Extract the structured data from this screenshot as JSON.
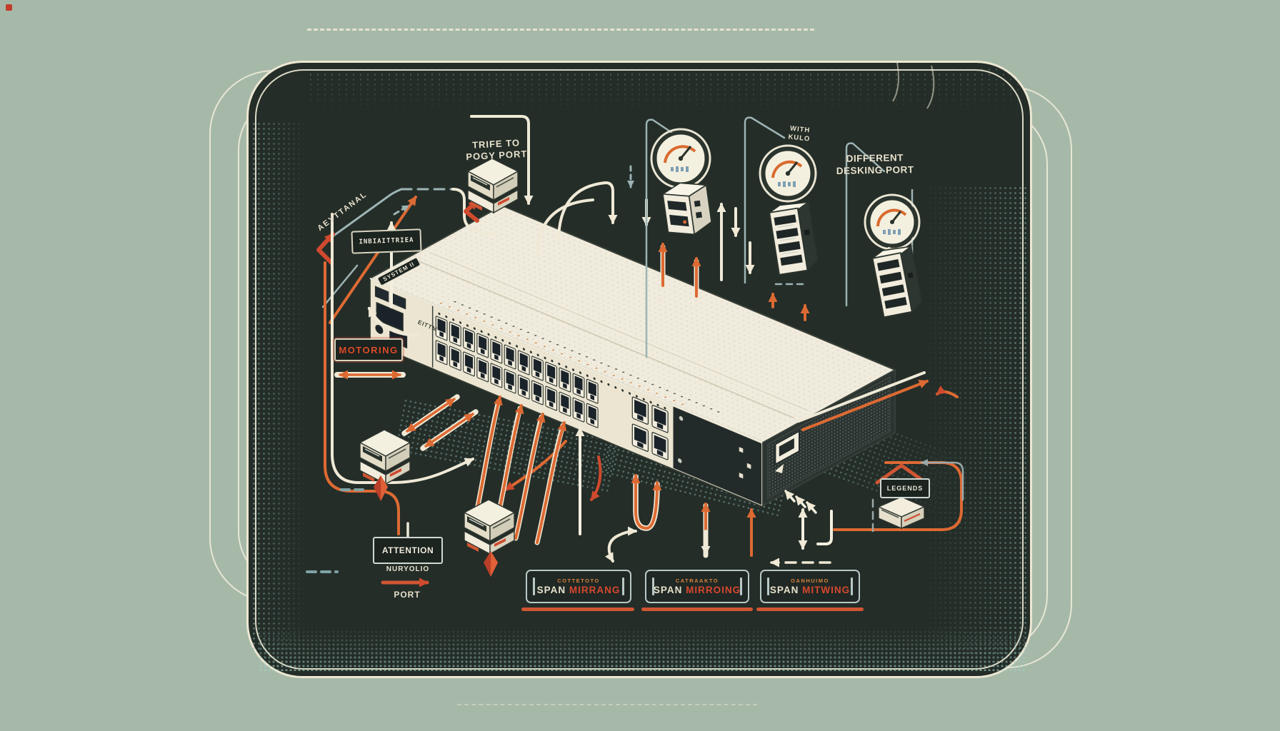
{
  "scene": {
    "background": "#a6b9a8",
    "panel": "#242d28",
    "panel_border": "#ece7d2",
    "line_cream": "#efe9d6",
    "line_teal": "#9db4b4",
    "orange": "#dd6a33",
    "red": "#cf4a2e",
    "switch_body": "#f0ebdc"
  },
  "labels": {
    "traffic_label": {
      "line1": "TRIFE TO",
      "line2": "POGY PORT"
    },
    "diagonal_note": "AEYTTANAL",
    "barcode_badge": "INBIAITTRIEA",
    "monitoring_badge": "MOTORING",
    "system_badge": "SYSTEM II",
    "front_panel_note": "EITTM",
    "with_kulo": {
      "line1": "WITH",
      "line2": "KULO"
    },
    "different_port": {
      "line1": "DIFFERENT",
      "line2": "DESKING PORT"
    },
    "attention_badge": "ATTENTION",
    "attention_sub": "NURYOLIO",
    "attention_port": "PORT",
    "receiver_badge": "LEGENDS",
    "span_boxes": [
      {
        "caption": "COTTETOTO",
        "word1": "SPAN",
        "word2": "MIRRANG"
      },
      {
        "caption": "CATRAAKTO",
        "word1": "SPAN",
        "word2": "MIRROING"
      },
      {
        "caption": "OANHUIMO",
        "word1": "SPAN",
        "word2": "MITWING"
      }
    ]
  }
}
